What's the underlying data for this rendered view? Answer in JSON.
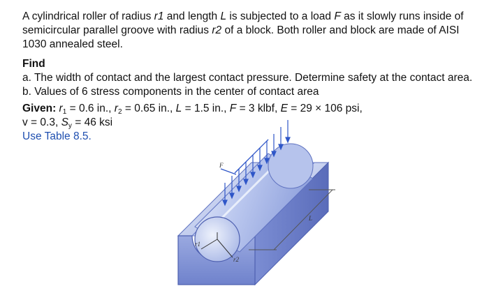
{
  "problem": {
    "statement": {
      "p1": "A cylindrical roller of radius ",
      "r1": "r1",
      "p2": " and length ",
      "L": "L",
      "p3": " is subjected to a load ",
      "F": "F",
      "p4": " as it slowly runs inside of semicircular parallel groove with radius ",
      "r2": "r2",
      "p5": " of a block. Both roller and block are made of AISI 1030 annealed steel."
    },
    "find_heading": "Find",
    "find_items": [
      "a. The width of contact and the largest contact pressure. Determine safety at the contact area.",
      "b. Values of 6 stress components in the center of contact area"
    ],
    "given": {
      "label": "Given:",
      "r": "r",
      "sub1": "1",
      "sub2": "2",
      "v_r1": " = 0.6 in., ",
      "v_r2": " = 0.65 in., ",
      "L": "L",
      "v_L": " = 1.5 in., ",
      "F": "F",
      "v_F": " = 3 klbf, ",
      "E": "E",
      "v_E": " = 29 × 106 psi,",
      "nu": "v = 0.3, ",
      "S": "S",
      "sub_y": "y",
      "v_S": " = 46 ksi"
    },
    "table_note": "Use Table 8.5."
  },
  "figure": {
    "label_F": "F",
    "label_L": "L",
    "label_r1": "r1",
    "label_r2": "r2"
  },
  "colors": {
    "text": "#111111",
    "accent": "#1f4fb0",
    "steel_light": "#c9d3f0",
    "steel_mid": "#8ea0dc",
    "steel_dark": "#5f72c0",
    "load_arrow": "#2f56c8"
  }
}
